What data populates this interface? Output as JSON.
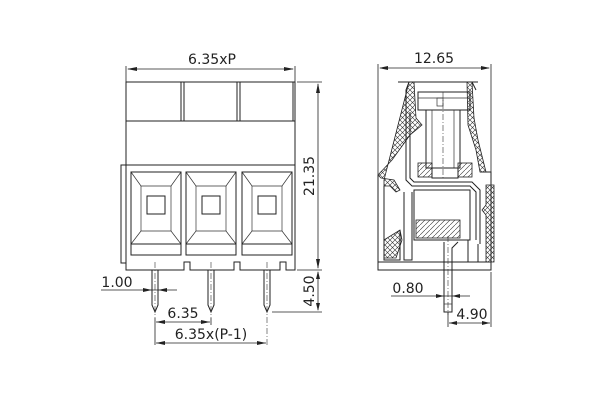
{
  "drawing": {
    "title": "Terminal block dimension drawing",
    "front_view": {
      "poles": 3,
      "dimensions": {
        "width": "6.35xP",
        "height": "21.35",
        "pin_length": "4.50",
        "pin_width": "1.00",
        "pitch": "6.35",
        "pin_span": "6.35x(P-1)"
      }
    },
    "side_view": {
      "dimensions": {
        "depth": "12.65",
        "pin_thickness": "0.80",
        "pin_offset": "4.90"
      }
    },
    "colors": {
      "line": "#222222",
      "background": "#ffffff"
    }
  }
}
